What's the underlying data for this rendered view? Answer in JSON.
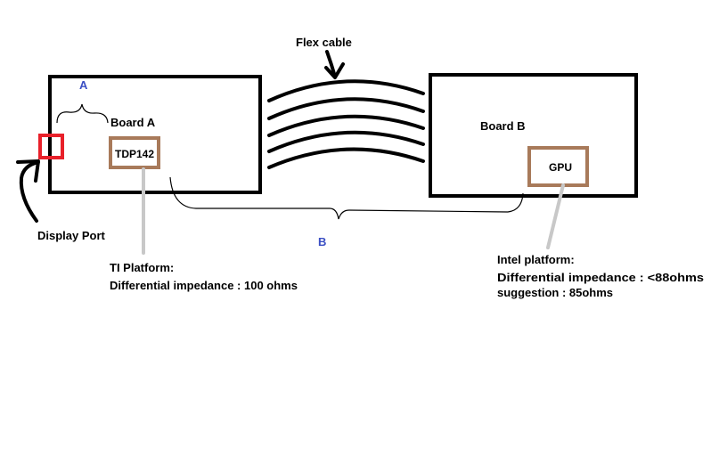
{
  "labels": {
    "flex_cable": "Flex cable",
    "a": "A",
    "board_a": "Board A",
    "board_b": "Board B",
    "tdp142": "TDP142",
    "gpu": "GPU",
    "display_port": "Display Port",
    "b": "B"
  },
  "notes": {
    "ti_line1": "TI Platform:",
    "ti_line2": "Differential impedance : 100 ohms",
    "intel_line1": "Intel platform:",
    "intel_line2": "Differential impedance : <88ohms",
    "intel_line3": "suggestion : 85ohms"
  },
  "colors": {
    "outline": "#000000",
    "chip": "#a87a5a",
    "port": "#e8202a",
    "pointer": "#c8c8c8",
    "letter": "#3b4fc4"
  }
}
